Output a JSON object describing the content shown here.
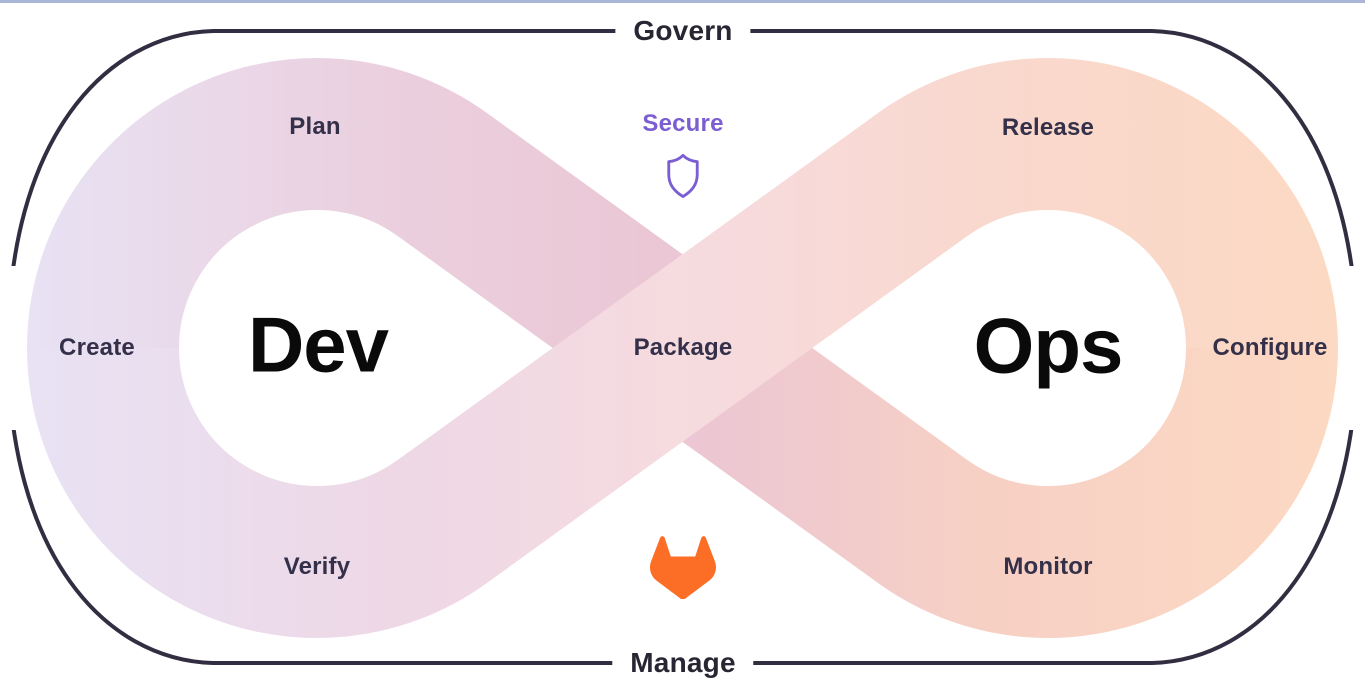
{
  "diagram": {
    "title_top": "Govern",
    "title_bottom": "Manage",
    "dev_label": "Dev",
    "ops_label": "Ops",
    "stages": {
      "plan": "Plan",
      "secure": "Secure",
      "release": "Release",
      "create": "Create",
      "package": "Package",
      "configure": "Configure",
      "verify": "Verify",
      "monitor": "Monitor"
    },
    "icons": {
      "secure_stage": "shield-icon",
      "center_bottom": "gitlab-fox-logo"
    },
    "colors": {
      "top_strip": "#a9b6d6",
      "outline": "#332d42",
      "stage_text": "#35304a",
      "title_text": "#292634",
      "dev_ops_text": "#0a0a0a",
      "secure_purple": "#7a5ed2",
      "gitlab_orange": "#fc6d26",
      "loop_gradient_left": "#e8e2f4",
      "loop_gradient_center_over": "#f6dbdf",
      "loop_gradient_center_under": "#ebc6d4",
      "loop_gradient_right": "#fcd9c3"
    }
  }
}
